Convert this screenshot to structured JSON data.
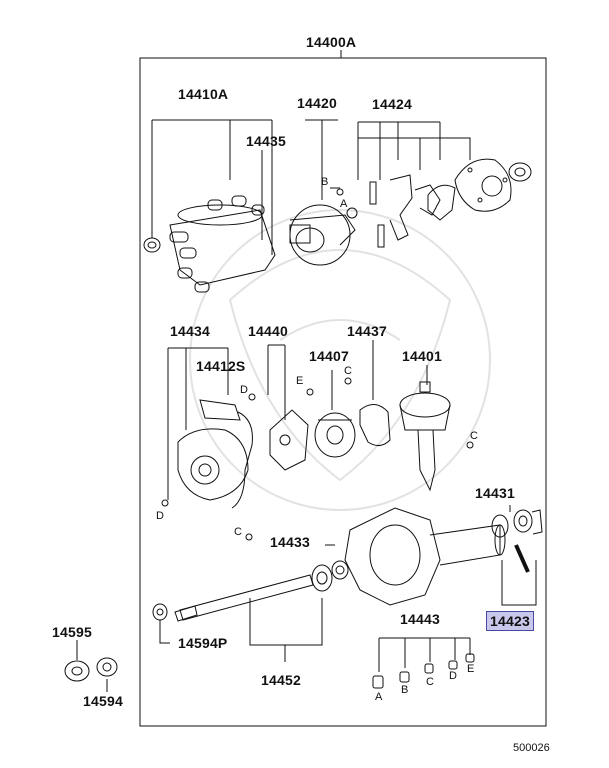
{
  "diagram": {
    "assembly_label": "14400A",
    "footer_code": "500026",
    "highlight_color": "#c9c8ec",
    "parts": {
      "p14410A": "14410A",
      "p14435": "14435",
      "p14420": "14420",
      "p14424": "14424",
      "p14434": "14434",
      "p14412S": "14412S",
      "p14440": "14440",
      "p14407": "14407",
      "p14437": "14437",
      "p14401": "14401",
      "p14431": "14431",
      "p14433": "14433",
      "p14423": "14423",
      "p14443": "14443",
      "p14595": "14595",
      "p14594P": "14594P",
      "p14594": "14594",
      "p14452": "14452"
    },
    "letters": {
      "A": "A",
      "B": "B",
      "C": "C",
      "D": "D",
      "E": "E"
    }
  }
}
